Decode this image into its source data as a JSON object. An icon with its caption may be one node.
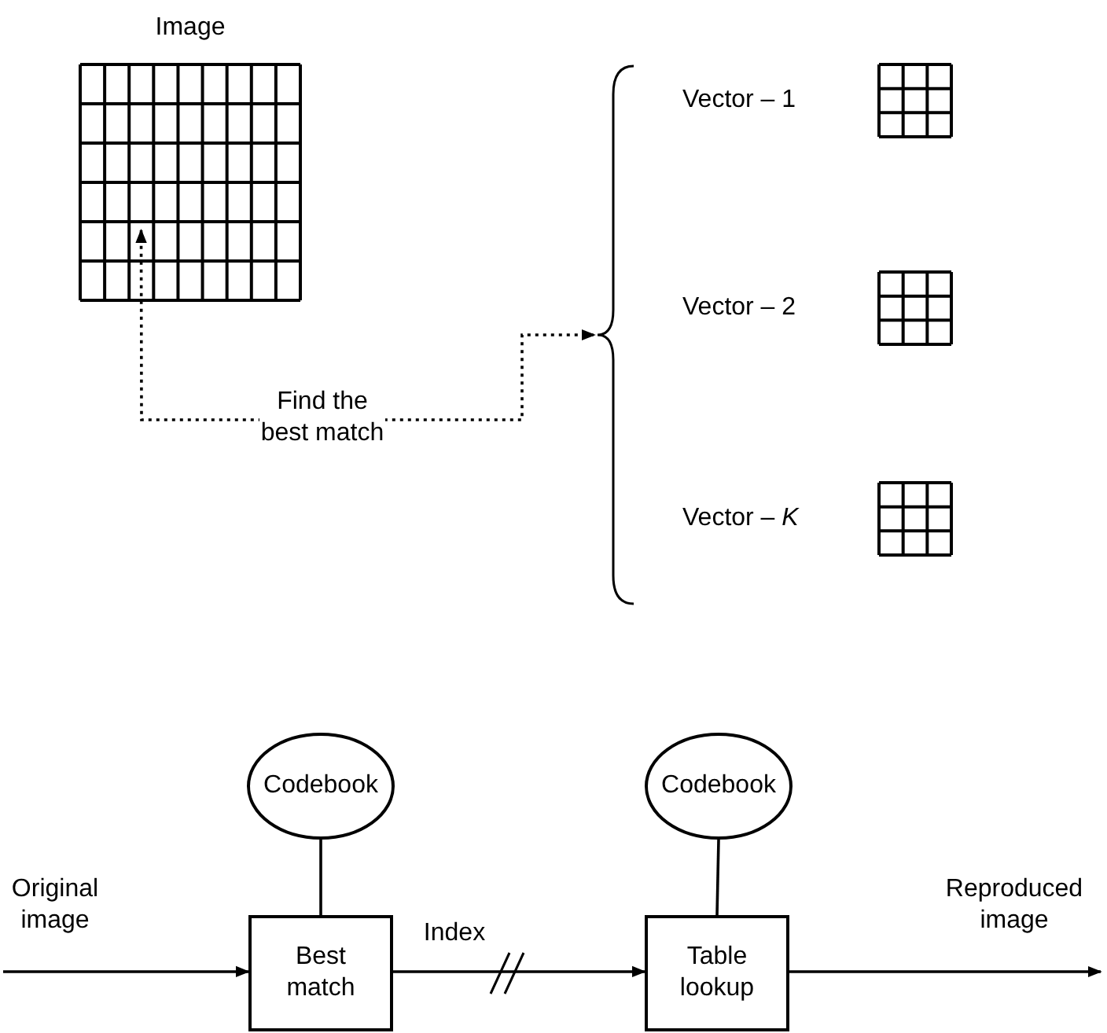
{
  "diagram": {
    "nodes": [
      {
        "text": [
          "Image"
        ]
      },
      {
        "text": [],
        "shape": "brace"
      },
      {
        "text": [],
        "shape": "grid"
      },
      {
        "text": [],
        "shape": "grid"
      },
      {
        "text": [],
        "shape": "grid"
      },
      {
        "text": [
          "Codebook"
        ]
      },
      {
        "text": [
          "Best match"
        ]
      },
      {
        "text": [
          "Codebook"
        ]
      },
      {
        "text": [
          "Table lookup"
        ]
      }
    ],
    "edges": [
      {
        "from": 0,
        "to": 1,
        "arrow": "both",
        "style": "dashed",
        "label": "Find the best match"
      },
      {
        "from": null,
        "to": 6,
        "arrow": "to",
        "label": "Original image"
      },
      {
        "from": 5,
        "to": 6,
        "arrow": "none"
      },
      {
        "from": 6,
        "to": 8,
        "arrow": "to",
        "label": "Index"
      },
      {
        "from": 7,
        "to": 8,
        "arrow": "none"
      },
      {
        "from": 8,
        "to": null,
        "arrow": "to",
        "label": "Reproduced image"
      }
    ],
    "labels": [
      "Vector – 1",
      "Vector – 2",
      "Vector – *K*"
    ]
  }
}
